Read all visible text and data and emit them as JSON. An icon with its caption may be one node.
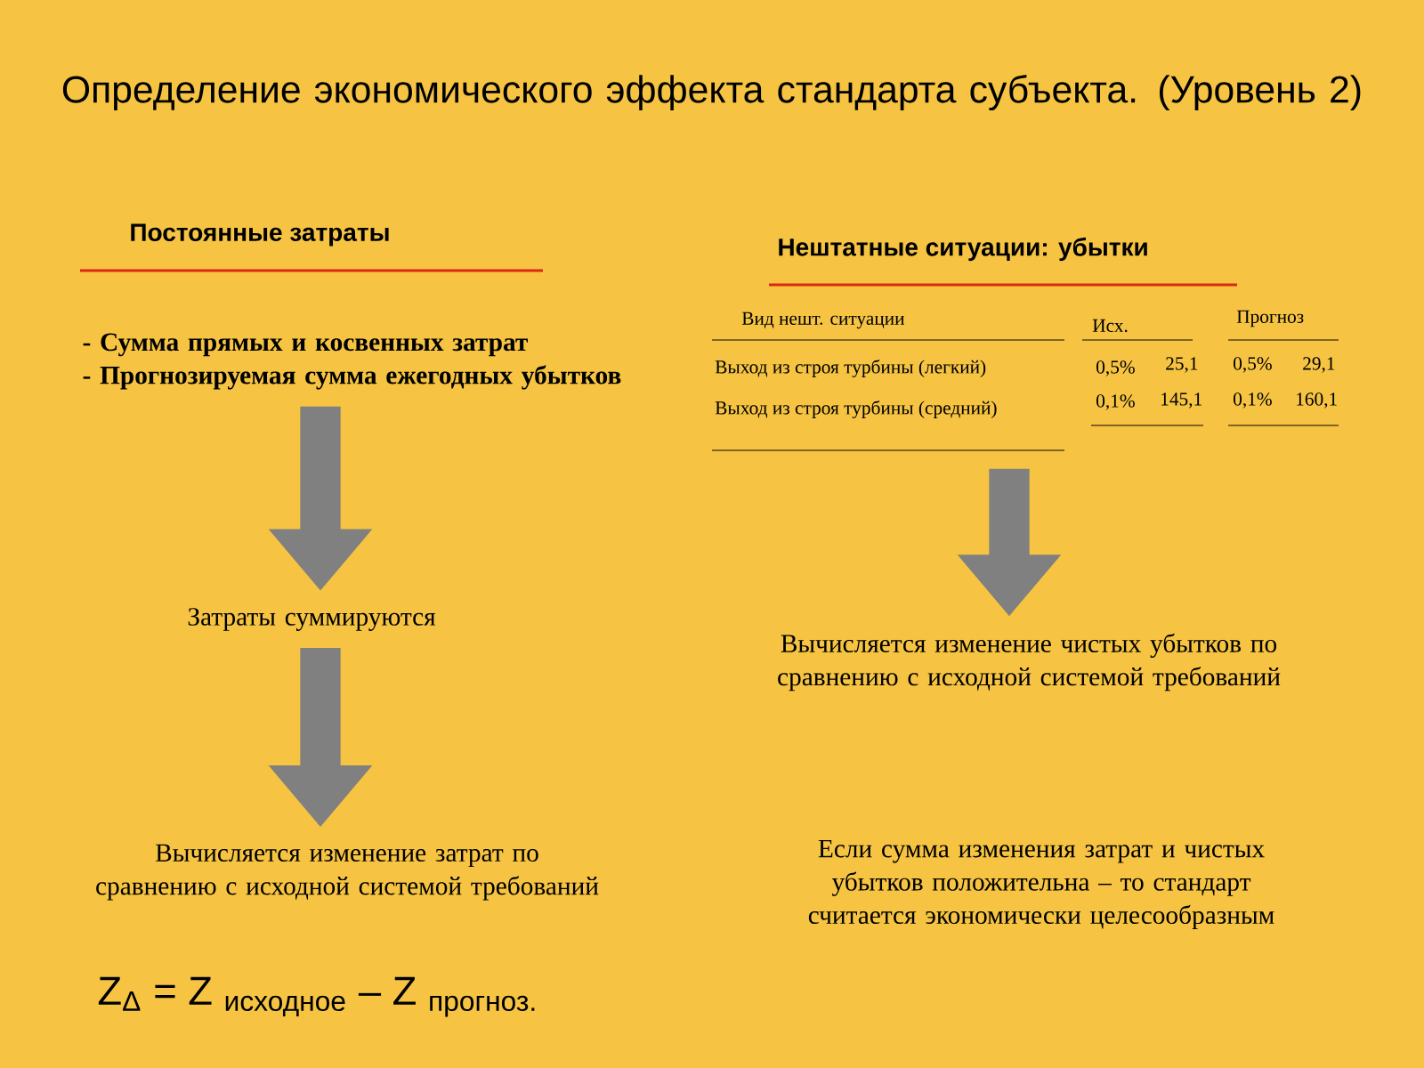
{
  "diagram": {
    "title": "Определение экономического эффекта стандарта субъекта. (Уровень 2)",
    "nodes": [
      {
        "text": [
          "- Сумма прямых и косвенных затрат",
          "- Прогнозируемая сумма ежегодных убытков"
        ]
      },
      {
        "text": [
          "Затраты суммируются"
        ]
      },
      {
        "text": [
          "Вычисляется изменение затрат по сравнению с исходной системой требований"
        ]
      },
      {
        "text": [
          "Вычисляется изменение чистых убытков по сравнению с исходной системой требований"
        ]
      },
      {
        "text": [
          "Если сумма изменения затрат и чистых убытков положительна – то стандарт считается экономически целесообразным"
        ]
      }
    ],
    "edges": [
      {
        "from": 0,
        "to": 1,
        "arrow": "to"
      },
      {
        "from": 1,
        "to": 2,
        "arrow": "to"
      },
      {
        "from": null,
        "to": 3,
        "arrow": "to"
      }
    ],
    "labels": [
      "Постоянные затраты",
      "Нештатные ситуации: убытки",
      "Вид нешт. ситуации",
      "Исх.",
      "Прогноз",
      "Выход из строя турбины (легкий)",
      "0,5%",
      "25,1",
      "0,5%",
      "29,1",
      "Выход из строя турбины (средний)",
      "0,1%",
      "145,1",
      "0,1%",
      "160,1",
      "Z$_{Δ}$ = Z $_{исходное}$ – Z $_{прогноз.}$"
    ]
  }
}
